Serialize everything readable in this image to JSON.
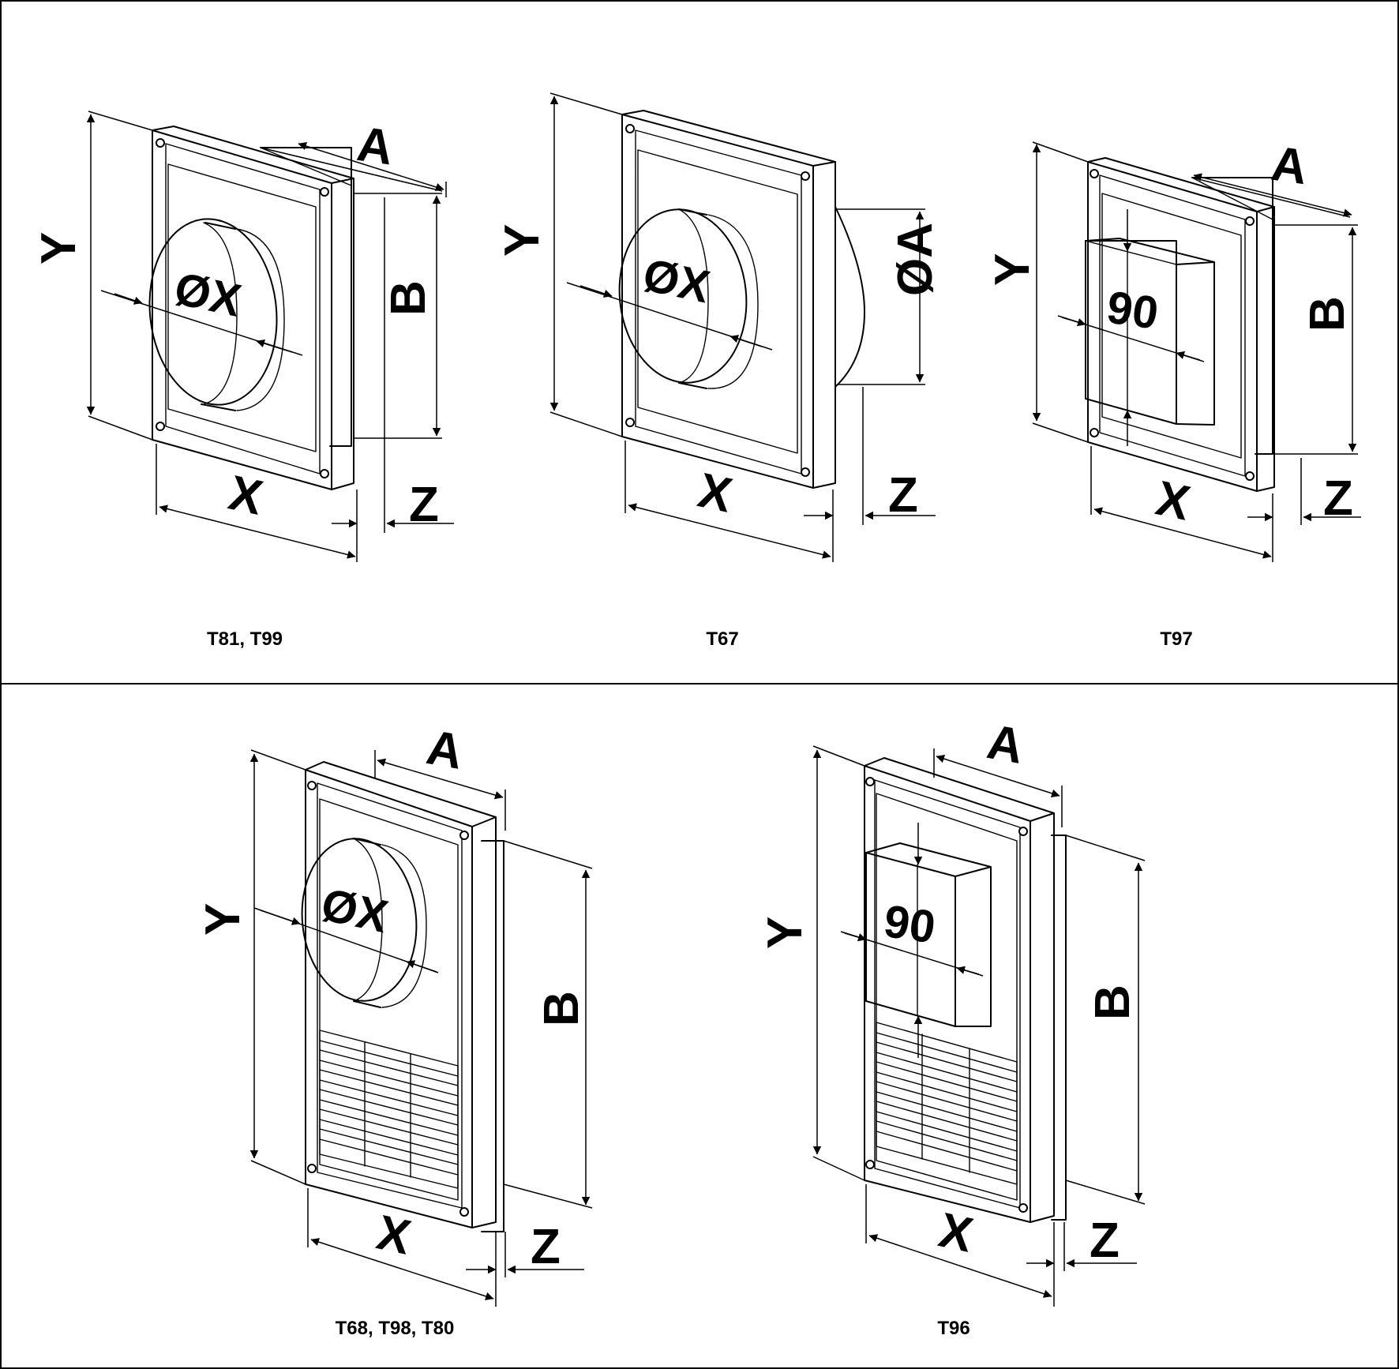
{
  "dimension_letters": {
    "a": "A",
    "b": "B",
    "x": "X",
    "y": "Y",
    "z": "Z"
  },
  "round_spigot_label": "ØX",
  "round_outlet_label": "ØA",
  "rect_spigot_label": "90",
  "captions": {
    "variant_1": "T81, T99",
    "variant_2": "T67",
    "variant_3": "T97",
    "variant_4": "T68, T98, T80",
    "variant_5": "T96"
  }
}
